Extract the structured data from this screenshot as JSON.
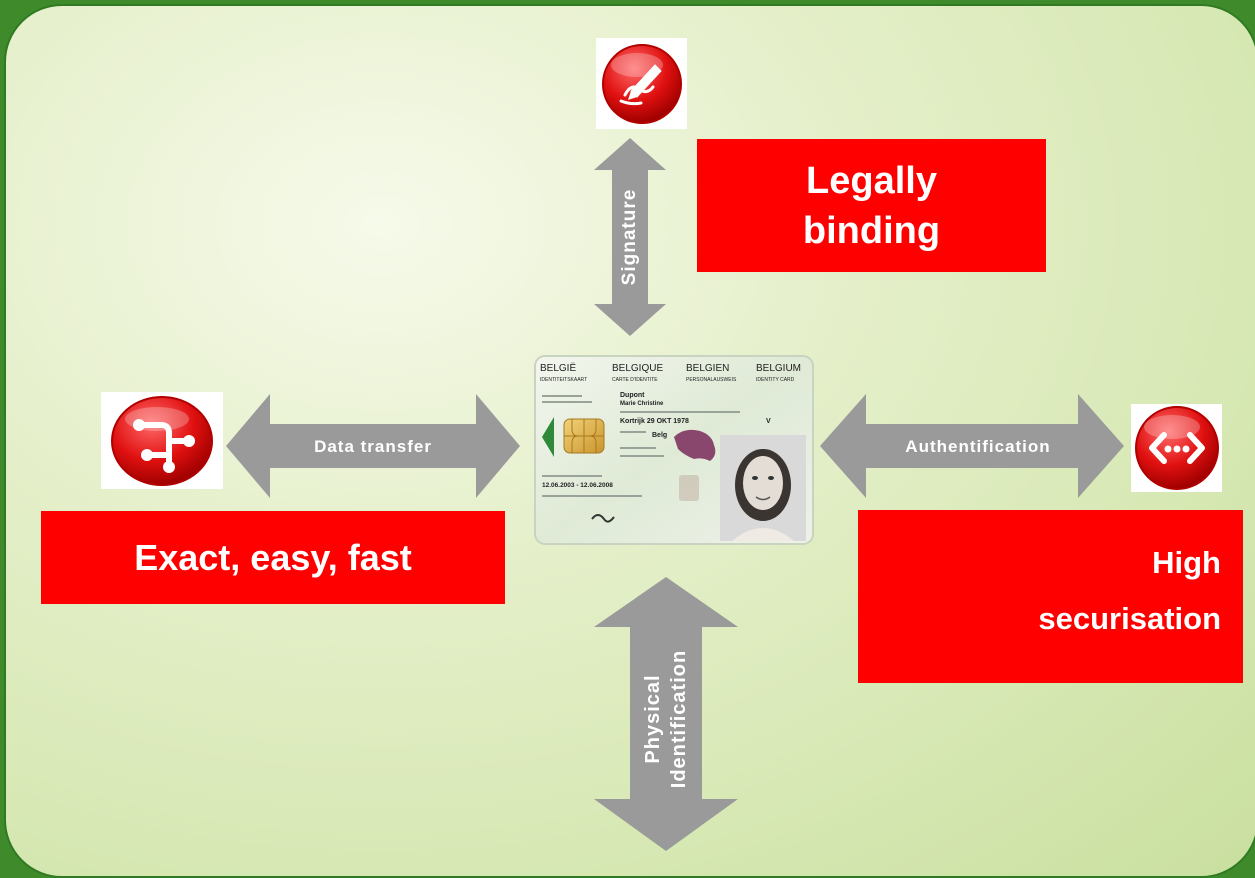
{
  "arrows": {
    "signature": "Signature",
    "data_transfer": "Data transfer",
    "authentification": "Authentification",
    "physical_line1": "Physical",
    "physical_line2": "Identification"
  },
  "boxes": {
    "legally_line1": "Legally",
    "legally_line2": "binding",
    "exact": "Exact, easy, fast",
    "high_line1": "High",
    "high_line2": "securisation"
  },
  "icons": {
    "signature": "signature-pen-icon",
    "data_transfer": "data-transfer-icon",
    "authentication": "authentication-icon"
  },
  "id_card": {
    "countries": [
      "BELGIË",
      "BELGIQUE",
      "BELGIEN",
      "BELGIUM"
    ],
    "doc_types": [
      "IDENTITEITSKAART",
      "CARTE D'IDENTITE",
      "PERSONALAUSWEIS",
      "IDENTITY CARD"
    ],
    "surname": "Dupont",
    "given_names": "Marie Christine",
    "birth_place_date": "Kortrijk 29 OKT 1978",
    "nationality": "Belg",
    "validity": "12.06.2003 - 12.06.2008",
    "sex": "V"
  },
  "colors": {
    "accent_red": "#ff0000",
    "arrow_grey": "#9a9a9a",
    "border_green": "#2f7a22"
  }
}
